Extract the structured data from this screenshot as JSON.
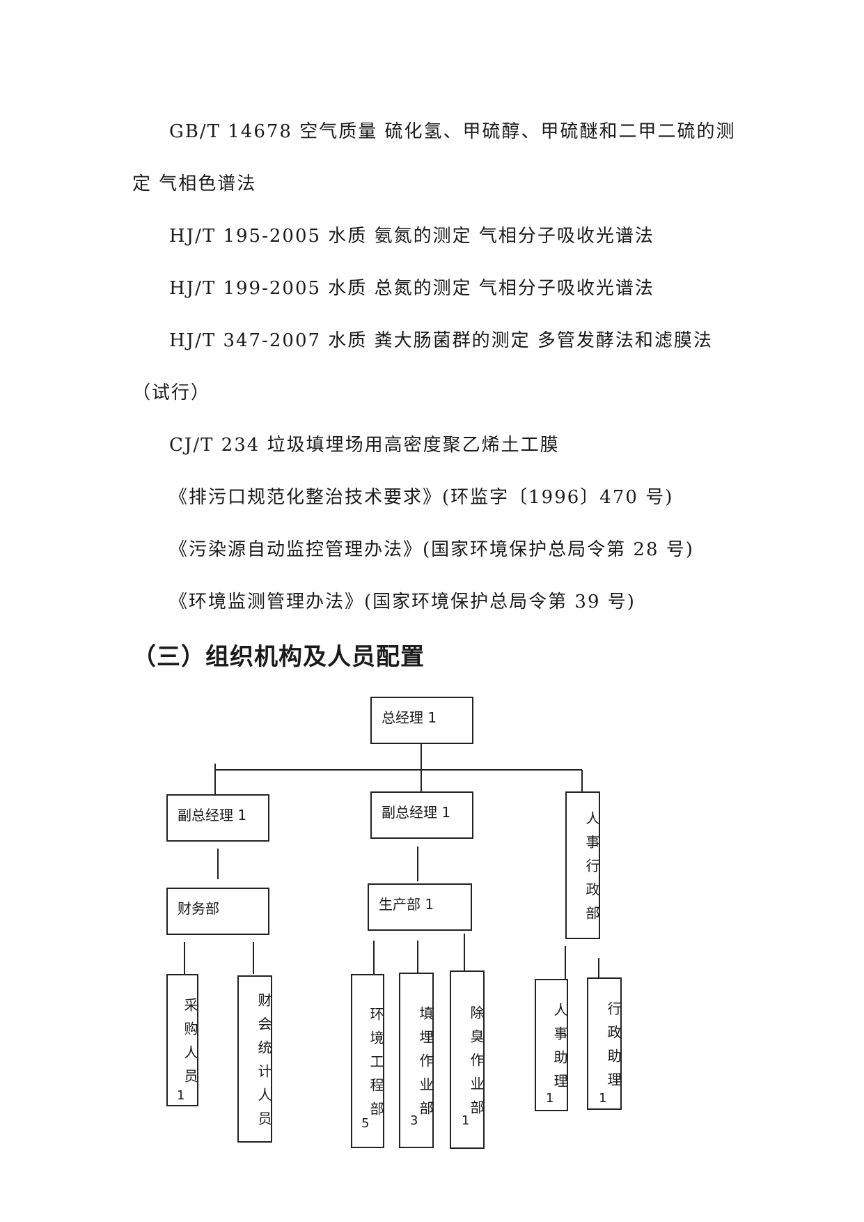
{
  "text_lines": [
    "GB/T 14678 空气质量 硫化氢、甲硫醇、甲硫醚和二甲二硫的测",
    "定 气相色谱法",
    "HJ/T 195-2005 水质  氨氮的测定  气相分子吸收光谱法",
    "HJ/T 199-2005 水质  总氮的测定  气相分子吸收光谱法",
    "HJ/T 347-2007 水质  粪大肠菌群的测定 多管发酵法和滤膜法",
    "（试行）",
    "CJ/T 234 垃圾填埋场用高密度聚乙烯土工膜",
    "《排污口规范化整治技术要求》(环监字〔1996〕470 号)",
    "《污染源自动监控管理办法》(国家环境保护总局令第 28 号)",
    "《环境监测管理办法》(国家环境保护总局令第 39 号)"
  ],
  "section_heading": "（三）组织机构及人员配置",
  "org": {
    "gm": "总经理 1",
    "vp_left": "副总经理 1",
    "vp_mid": "副总经理 1",
    "hr_admin": "人事行政部",
    "finance": "财务部",
    "production": "生产部 1",
    "purchasing": "采购人员",
    "purchasing_count": "1",
    "accounting": "财会统计人员",
    "env_eng": "环境工程部",
    "env_eng_count": "5",
    "landfill": "填埋作业部",
    "landfill_count": "3",
    "deodor": "除臭作业部",
    "deodor_count": "1",
    "hr_assist": "人事助理",
    "hr_assist_count": "1",
    "admin_assist": "行政助理",
    "admin_assist_count": "1"
  }
}
